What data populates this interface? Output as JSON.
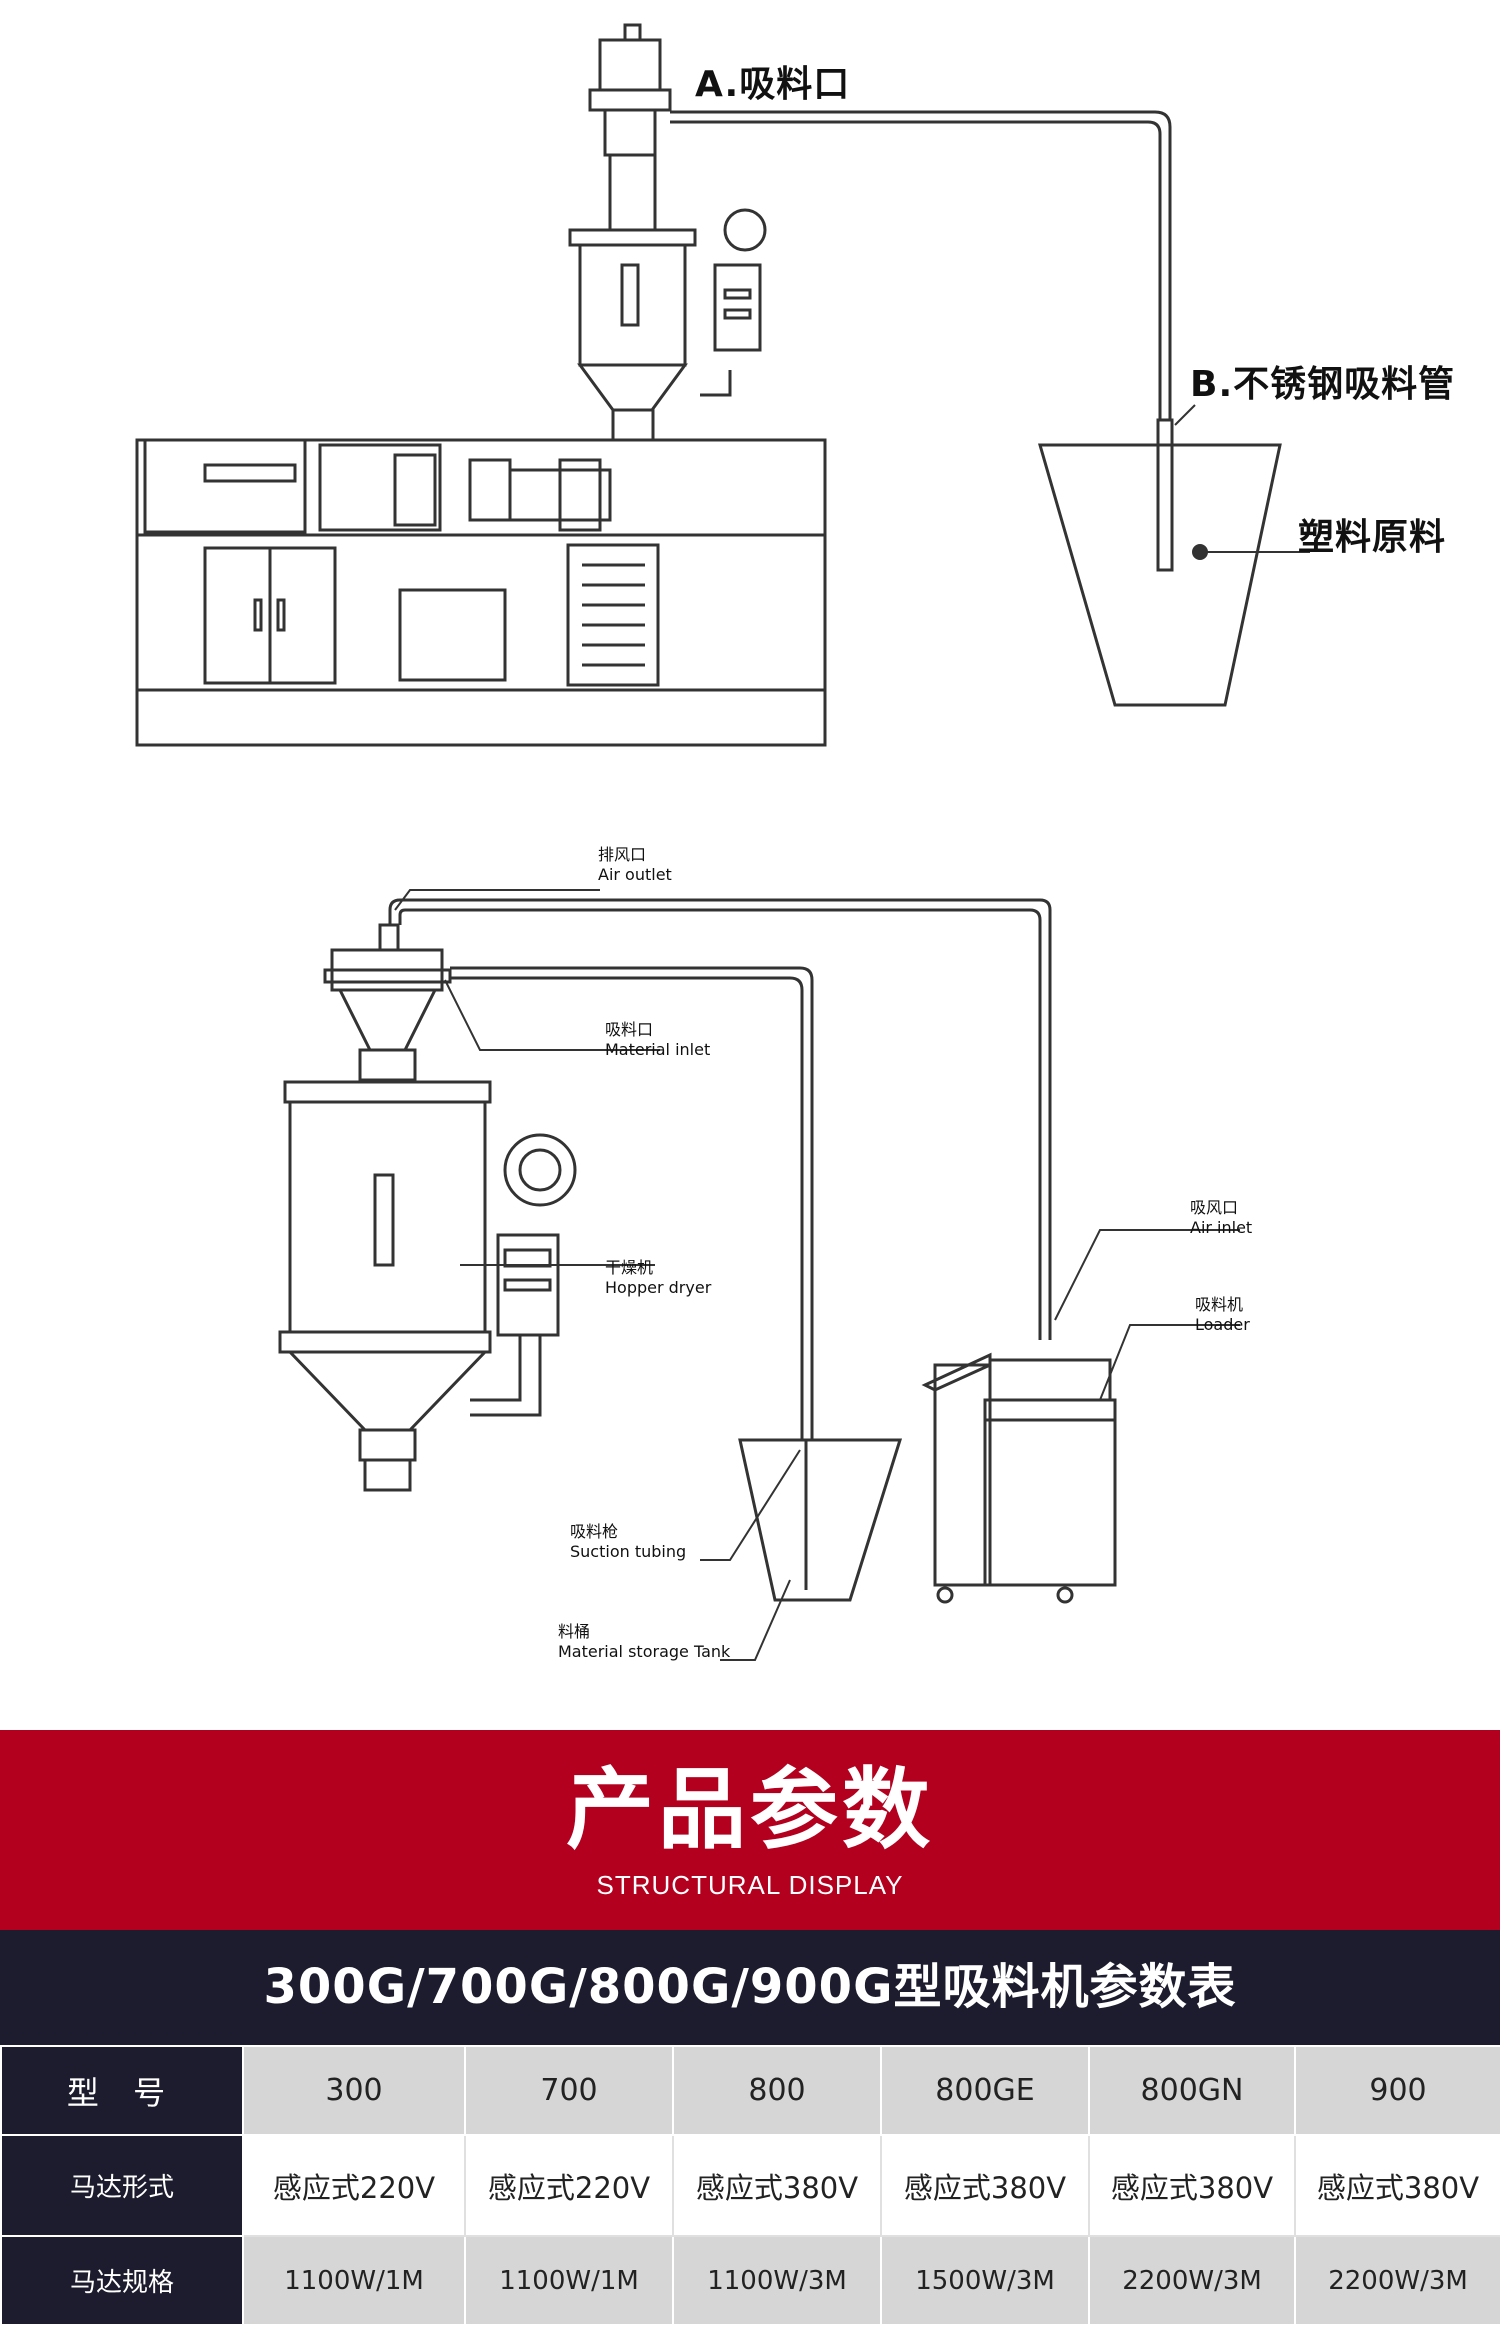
{
  "diagram1": {
    "label_a": "A.吸料口",
    "label_b": "B.不锈钢吸料管",
    "label_raw": "塑料原料"
  },
  "diagram2": {
    "air_outlet": {
      "cn": "排风口",
      "en": "Air outlet"
    },
    "material_inlet": {
      "cn": "吸料口",
      "en": "Material inlet"
    },
    "air_inlet": {
      "cn": "吸风口",
      "en": "Air inlet"
    },
    "hopper_dryer": {
      "cn": "干燥机",
      "en": "Hopper dryer"
    },
    "loader": {
      "cn": "吸料机",
      "en": "Loader"
    },
    "suction_tubing": {
      "cn": "吸料枪",
      "en": "Suction tubing"
    },
    "storage_tank": {
      "cn": "料桶",
      "en": "Material storage Tank"
    }
  },
  "banner": {
    "title": "产品参数",
    "subtitle": "STRUCTURAL DISPLAY"
  },
  "table": {
    "title": "300G/700G/800G/900G型吸料机参数表",
    "rows": [
      {
        "header": "型 号",
        "cells": [
          "300",
          "700",
          "800",
          "800GE",
          "800GN",
          "900"
        ]
      },
      {
        "header": "马达形式",
        "cells": [
          "感应式220V",
          "感应式220V",
          "感应式380V",
          "感应式380V",
          "感应式380V",
          "感应式380V"
        ]
      },
      {
        "header": "马达规格",
        "cells": [
          "1100W/1M",
          "1100W/1M",
          "1100W/3M",
          "1500W/3M",
          "2200W/3M",
          "2200W/3M"
        ]
      }
    ]
  },
  "colors": {
    "banner_red": "#b4001f",
    "table_dark": "#1d1c2e",
    "cell_grey": "#d6d6d6",
    "line": "#333333"
  }
}
